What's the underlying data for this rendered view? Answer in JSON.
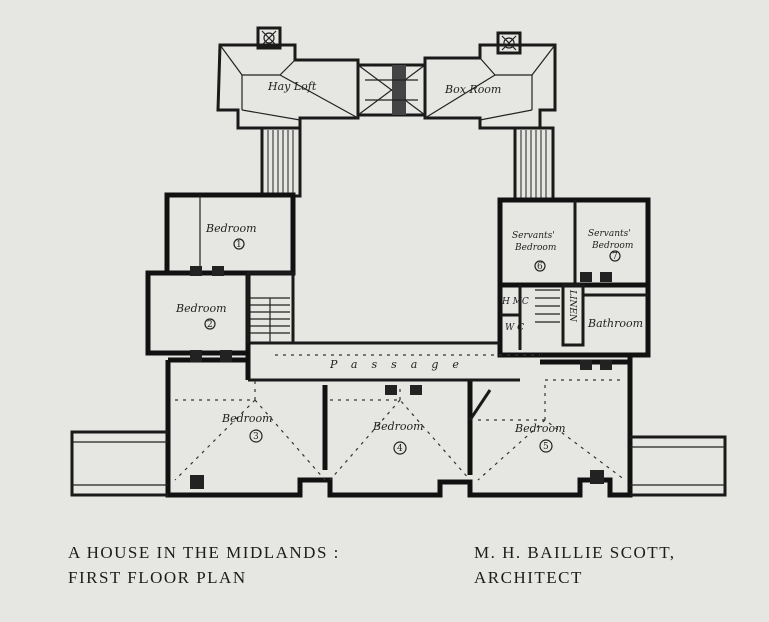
{
  "plan": {
    "rooms": {
      "hay_loft": "Hay Loft",
      "box_room": "Box Room",
      "bedroom_1": "Bedroom",
      "bedroom_1_num": "1",
      "bedroom_2": "Bedroom",
      "bedroom_2_num": "2",
      "servants_6_line1": "Servants'",
      "servants_6_line2": "Bedroom",
      "servants_6_num": "6",
      "servants_7_line1": "Servants'",
      "servants_7_line2": "Bedroom",
      "servants_7_num": "7",
      "hmc": "H MC",
      "wc": "W C",
      "linen": "LINEN",
      "bathroom": "Bathroom",
      "passage": "Passage",
      "bedroom_3": "Bedroom",
      "bedroom_3_num": "3",
      "bedroom_4": "Bedroom",
      "bedroom_4_num": "4",
      "bedroom_5": "Bedroom",
      "bedroom_5_num": "5"
    }
  },
  "caption": {
    "left_line1": "A HOUSE IN THE MIDLANDS :",
    "left_line2": "FIRST FLOOR PLAN",
    "right_line1": "M. H. BAILLIE SCOTT,",
    "right_line2": "ARCHITECT"
  }
}
